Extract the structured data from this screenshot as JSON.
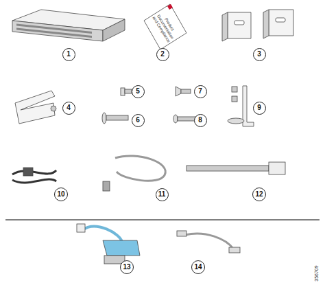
{
  "diagram": {
    "nodes": [
      {
        "text": [
          "1"
        ]
      },
      {
        "text": [
          "2"
        ]
      },
      {
        "text": [
          "3"
        ]
      },
      {
        "text": [
          "4"
        ]
      },
      {
        "text": [
          "5"
        ]
      },
      {
        "text": [
          "6"
        ]
      },
      {
        "text": [
          "7"
        ]
      },
      {
        "text": [
          "8"
        ]
      },
      {
        "text": [
          "9"
        ]
      },
      {
        "text": [
          "10"
        ]
      },
      {
        "text": [
          "11"
        ]
      },
      {
        "text": [
          "12"
        ]
      },
      {
        "text": [
          "13"
        ]
      },
      {
        "text": [
          "14"
        ]
      }
    ],
    "labels": [
      "Product Documentation and Compliance",
      "356709"
    ]
  }
}
